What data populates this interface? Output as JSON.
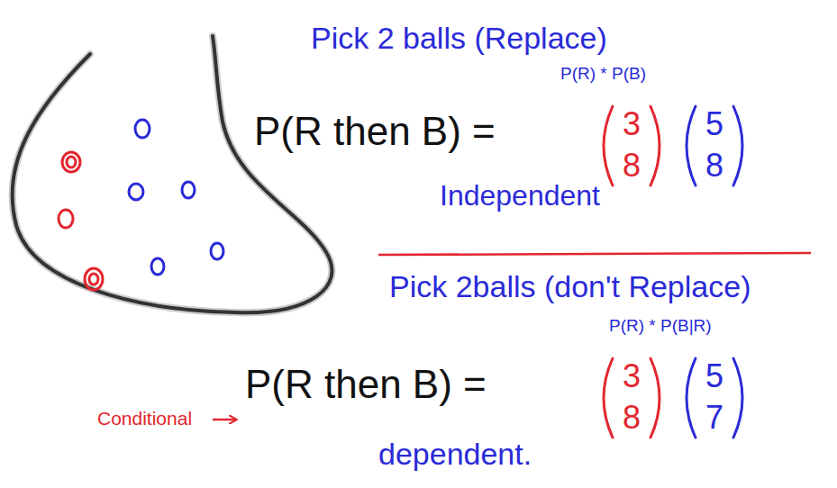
{
  "diagram": {
    "labels": [
      "Pick 2 balls (Replace)",
      "P(R) * P(B)",
      "P(R then B) =",
      "3",
      "5",
      "8",
      "8",
      "Independent",
      "Pick 2balls (don't Replace)",
      "P(R) * P(B|R)",
      "Conditional",
      "P(R then B) =",
      "3",
      "5",
      "8",
      "7",
      "dependent."
    ]
  }
}
